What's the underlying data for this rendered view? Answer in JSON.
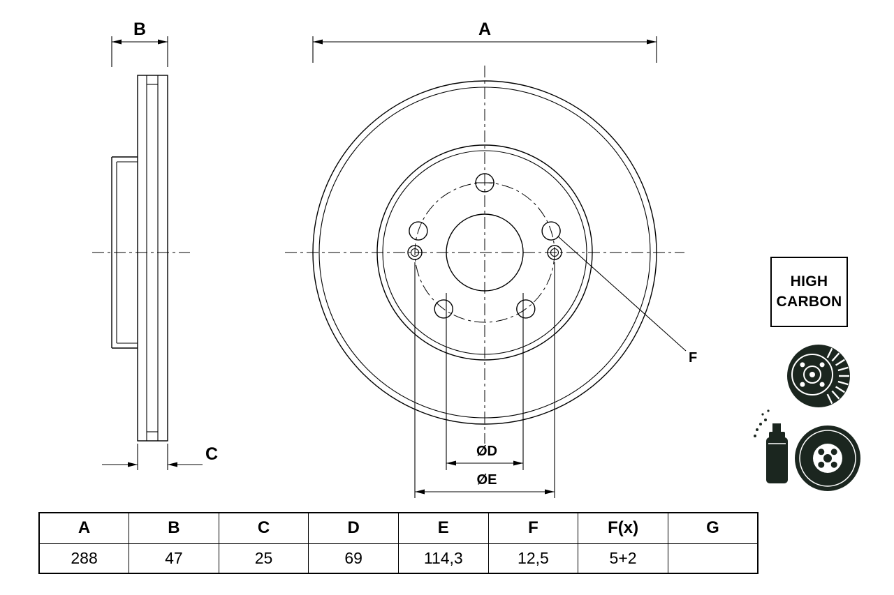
{
  "page": {
    "background": "#ffffff",
    "line_color": "#000000",
    "icon_color": "#1b261f"
  },
  "dimension_labels": {
    "a": "A",
    "b": "B",
    "c": "C",
    "d": "ØD",
    "e": "ØE",
    "f": "F"
  },
  "badge": {
    "line1": "HIGH",
    "line2": "CARBON"
  },
  "table": {
    "headers": [
      "A",
      "B",
      "C",
      "D",
      "E",
      "F",
      "F(x)",
      "G"
    ],
    "values": [
      "288",
      "47",
      "25",
      "69",
      "114,3",
      "12,5",
      "5+2",
      ""
    ]
  }
}
